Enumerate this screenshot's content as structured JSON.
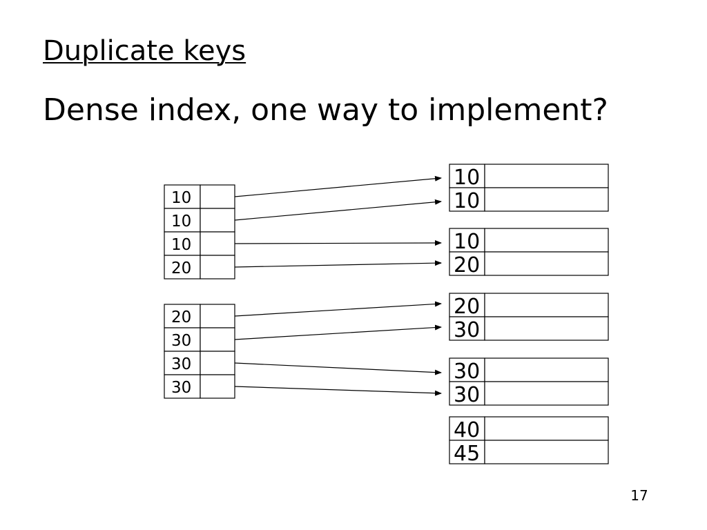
{
  "slide": {
    "title": "Duplicate keys",
    "subtitle": "Dense index, one way to implement?",
    "page_number": "17"
  },
  "index": {
    "blocks": [
      {
        "keys": [
          "10",
          "10",
          "10",
          "20"
        ]
      },
      {
        "keys": [
          "20",
          "30",
          "30",
          "30"
        ]
      }
    ]
  },
  "data_file": {
    "blocks": [
      {
        "keys": [
          "10",
          "10"
        ]
      },
      {
        "keys": [
          "10",
          "20"
        ]
      },
      {
        "keys": [
          "20",
          "30"
        ]
      },
      {
        "keys": [
          "30",
          "30"
        ]
      },
      {
        "keys": [
          "40",
          "45"
        ]
      }
    ]
  },
  "pointers": [
    {
      "from": "index 1, entry 1",
      "to": "data block 1, record 1"
    },
    {
      "from": "index 1, entry 2",
      "to": "data block 1, record 2"
    },
    {
      "from": "index 1, entry 3",
      "to": "data block 2, record 1"
    },
    {
      "from": "index 1, entry 4",
      "to": "data block 2, record 2"
    },
    {
      "from": "index 2, entry 1",
      "to": "data block 3, record 1"
    },
    {
      "from": "index 2, entry 2",
      "to": "data block 3, record 2"
    },
    {
      "from": "index 2, entry 3",
      "to": "data block 4, record 1"
    },
    {
      "from": "index 2, entry 4",
      "to": "data block 4, record 2"
    }
  ]
}
